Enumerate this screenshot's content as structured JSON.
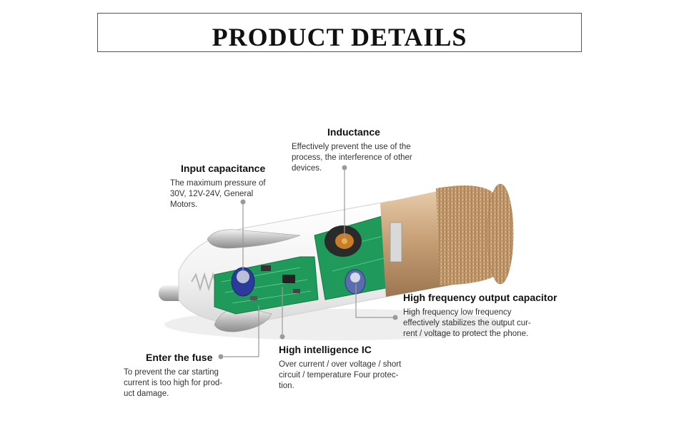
{
  "title": "PRODUCT DETAILS",
  "callouts": {
    "inductance": {
      "heading": "Inductance",
      "body": "Effectively prevent the use of the process, the interference of other devices."
    },
    "input_capacitance": {
      "heading": "Input capacitance",
      "body": "The maximum pressure of 30V, 12V-24V, General Motors."
    },
    "output_capacitor": {
      "heading": "High frequency output capacitor",
      "body": "High frequency low frequency effectively stabilizes the output cur-rent / voltage to protect the phone."
    },
    "fuse": {
      "heading": "Enter the fuse",
      "body": "To prevent the car starting current is too high for prod-uct damage."
    },
    "ic": {
      "heading": "High intelligence IC",
      "body": "Over current / over voltage / short circuit / temperature Four protec-tion."
    }
  },
  "colors": {
    "gold": "#c9a27a",
    "pcb": "#1f9a5a",
    "line": "#9a9a9a"
  }
}
